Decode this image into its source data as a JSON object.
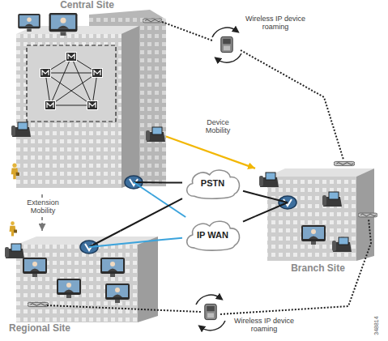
{
  "diagram": {
    "nodes": [
      {
        "text": [
          "Central Site"
        ]
      },
      {
        "text": [
          "PSTN"
        ]
      },
      {
        "text": [
          "IP WAN"
        ]
      },
      {
        "text": [
          "Branch Site"
        ]
      },
      {
        "text": [
          "Regional Site"
        ]
      }
    ],
    "edges": [
      {
        "from": 0,
        "to": 1,
        "arrow": "none"
      },
      {
        "from": 0,
        "to": 2,
        "arrow": "none"
      },
      {
        "from": 4,
        "to": 1,
        "arrow": "none"
      },
      {
        "from": 4,
        "to": 2,
        "arrow": "none"
      },
      {
        "from": 3,
        "to": 1,
        "arrow": "none"
      },
      {
        "from": 3,
        "to": 2,
        "arrow": "none"
      },
      {
        "from": 0,
        "to": 3,
        "label": "Device Mobility",
        "arrow": "to"
      },
      {
        "from": 0,
        "to": 4,
        "label": "Extension Mobility",
        "arrow": "to"
      }
    ],
    "labels": [
      "Wireless IP device roaming",
      "Wireless IP device roaming",
      "348814"
    ]
  }
}
